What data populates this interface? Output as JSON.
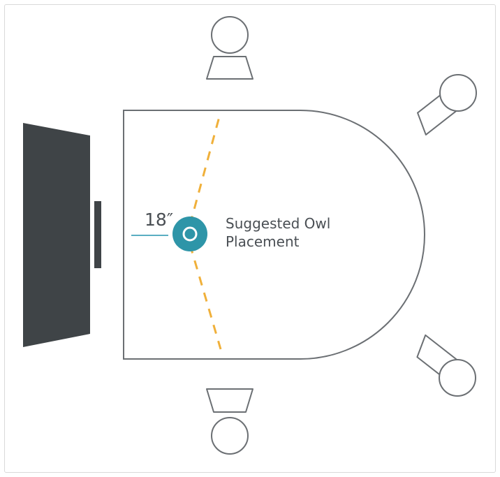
{
  "distance_label": "18″",
  "placement_label": {
    "line1": "Suggested Owl",
    "line2": "Placement"
  },
  "colors": {
    "outline": "#6b6f73",
    "screen": "#3f4447",
    "owl_device": "#2e95a8",
    "owl_center": "#ffffff",
    "camera_angle": "#f0b03a",
    "measure_line": "#5aaec2",
    "text": "#4a4f54"
  },
  "icons": {
    "display": "tv-screen-icon",
    "device": "owl-camera-icon",
    "seat": "chair-person-icon"
  }
}
